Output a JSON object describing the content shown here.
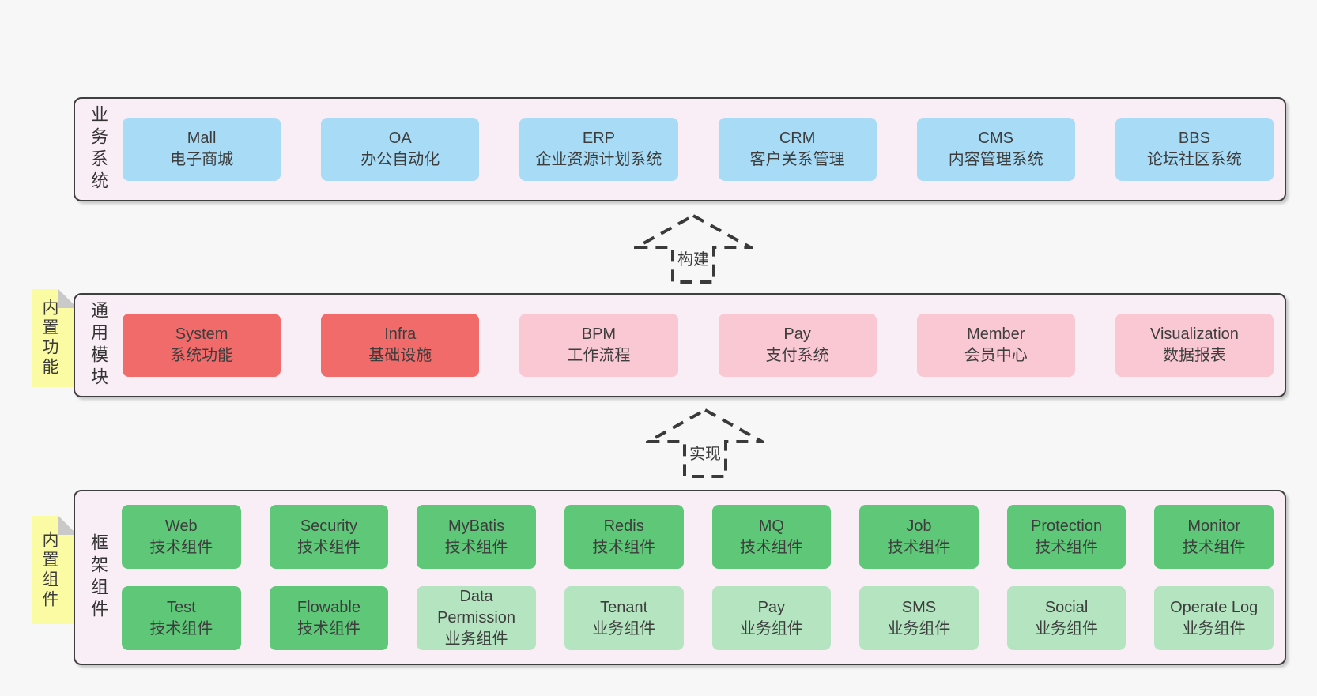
{
  "colors": {
    "page-bg": "#f7f7f7",
    "panel-bg": "#f9edf6",
    "panel-border": "#3f3f3f",
    "box-blue": "#a8dcf6",
    "box-red": "#f16b6b",
    "box-pink": "#f9c8d3",
    "box-green": "#5ec878",
    "box-green-light": "#b4e4c0",
    "sticky-yellow": "#fbfba3",
    "sticky-fold": "#c9c9c9",
    "text": "#3d3d3d",
    "arrow": "#3a3a3a"
  },
  "sections": {
    "business": {
      "label": "业务系统",
      "boxes": [
        {
          "title": "Mall",
          "subtitle": "电子商城",
          "variant": "blue"
        },
        {
          "title": "OA",
          "subtitle": "办公自动化",
          "variant": "blue"
        },
        {
          "title": "ERP",
          "subtitle": "企业资源计划系统",
          "variant": "blue"
        },
        {
          "title": "CRM",
          "subtitle": "客户关系管理",
          "variant": "blue"
        },
        {
          "title": "CMS",
          "subtitle": "内容管理系统",
          "variant": "blue"
        },
        {
          "title": "BBS",
          "subtitle": "论坛社区系统",
          "variant": "blue"
        }
      ]
    },
    "modules": {
      "label": "通用模块",
      "sticky": "内置功能",
      "boxes": [
        {
          "title": "System",
          "subtitle": "系统功能",
          "variant": "red"
        },
        {
          "title": "Infra",
          "subtitle": "基础设施",
          "variant": "red"
        },
        {
          "title": "BPM",
          "subtitle": "工作流程",
          "variant": "pink"
        },
        {
          "title": "Pay",
          "subtitle": "支付系统",
          "variant": "pink"
        },
        {
          "title": "Member",
          "subtitle": "会员中心",
          "variant": "pink"
        },
        {
          "title": "Visualization",
          "subtitle": "数据报表",
          "variant": "pink"
        }
      ]
    },
    "components": {
      "label": "框架组件",
      "sticky": "内置组件",
      "rows": [
        [
          {
            "title": "Web",
            "subtitle": "技术组件",
            "variant": "green"
          },
          {
            "title": "Security",
            "subtitle": "技术组件",
            "variant": "green"
          },
          {
            "title": "MyBatis",
            "subtitle": "技术组件",
            "variant": "green"
          },
          {
            "title": "Redis",
            "subtitle": "技术组件",
            "variant": "green"
          },
          {
            "title": "MQ",
            "subtitle": "技术组件",
            "variant": "green"
          },
          {
            "title": "Job",
            "subtitle": "技术组件",
            "variant": "green"
          },
          {
            "title": "Protection",
            "subtitle": "技术组件",
            "variant": "green"
          },
          {
            "title": "Monitor",
            "subtitle": "技术组件",
            "variant": "green"
          }
        ],
        [
          {
            "title": "Test",
            "subtitle": "技术组件",
            "variant": "green"
          },
          {
            "title": "Flowable",
            "subtitle": "技术组件",
            "variant": "green"
          },
          {
            "title": "Data Permission",
            "subtitle": "业务组件",
            "variant": "green-light"
          },
          {
            "title": "Tenant",
            "subtitle": "业务组件",
            "variant": "green-light"
          },
          {
            "title": "Pay",
            "subtitle": "业务组件",
            "variant": "green-light"
          },
          {
            "title": "SMS",
            "subtitle": "业务组件",
            "variant": "green-light"
          },
          {
            "title": "Social",
            "subtitle": "业务组件",
            "variant": "green-light"
          },
          {
            "title": "Operate Log",
            "subtitle": "业务组件",
            "variant": "green-light"
          }
        ]
      ]
    }
  },
  "arrows": [
    {
      "label": "构建"
    },
    {
      "label": "实现"
    }
  ]
}
